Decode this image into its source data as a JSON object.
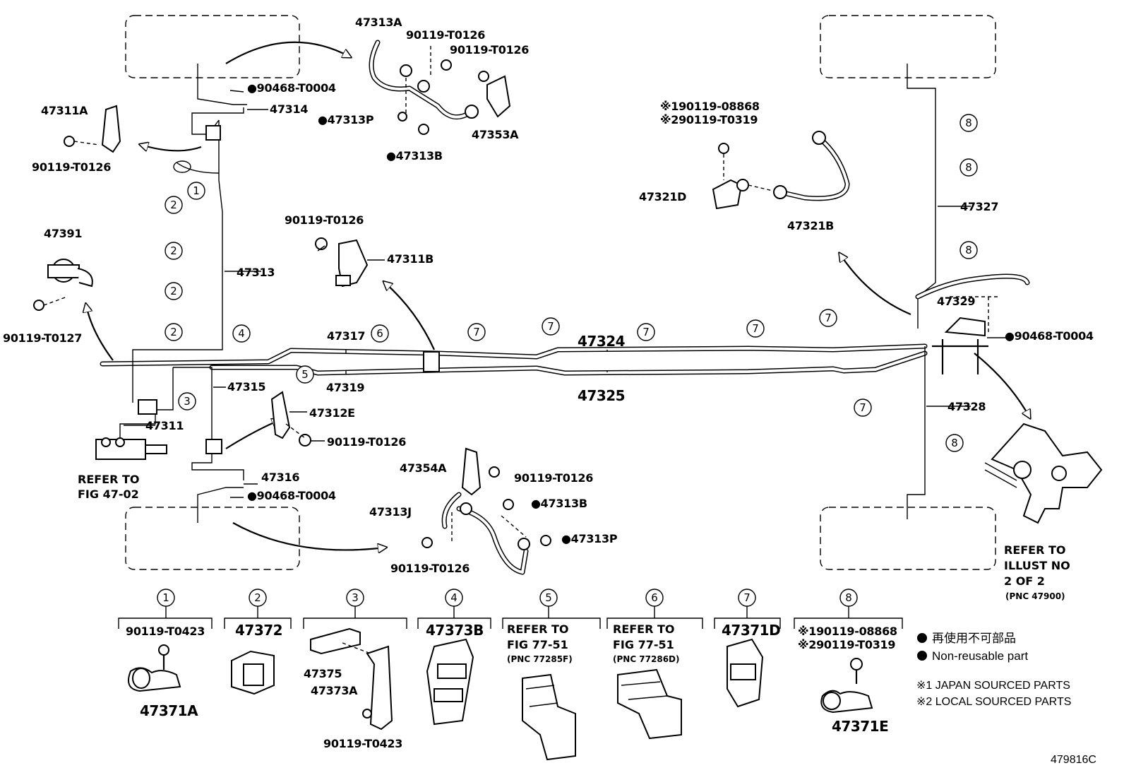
{
  "labels": {
    "p47313A": "47313A",
    "p90119T0126_a": "90119-T0126",
    "p90119T0126_b": "90119-T0126",
    "p90468T0004_a": "●90468-T0004",
    "p47314": "47314",
    "p47311A": "47311A",
    "p90119T0126_c": "90119-T0126",
    "p47313P_a": "●47313P",
    "p47313B_a": "●47313B",
    "p47353A": "47353A",
    "p47313": "47313",
    "p47391": "47391",
    "p90119T0127": "90119-T0127",
    "p90119T0126_d": "90119-T0126",
    "p47311B": "47311B",
    "p47317": "47317",
    "p47319": "47319",
    "p47315": "47315",
    "p47312E": "47312E",
    "p47311": "47311",
    "p90119T0126_e": "90119-T0126",
    "refer1_l1": "REFER TO",
    "refer1_l2": "FIG 47-02",
    "p47316": "47316",
    "p90468T0004_b": "●90468-T0004",
    "p47354A": "47354A",
    "p90119T0126_f": "90119-T0126",
    "p47313B_b": "●47313B",
    "p47313J": "47313J",
    "p47313P_b": "●47313P",
    "p90119T0126_g": "90119-T0126",
    "p47324": "47324",
    "p47325": "47325",
    "p47321D": "47321D",
    "p47321B": "47321B",
    "p90119_08868_top": "※190119-08868",
    "p90119_T0319_top": "※290119-T0319",
    "p47327": "47327",
    "p47329": "47329",
    "p90468T0004_c": "●90468-T0004",
    "p47328": "47328",
    "refer2_l1": "REFER TO",
    "refer2_l2": "ILLUST NO",
    "refer2_l3": "2 OF 2",
    "refer2_l4": "(PNC 47900)",
    "diagram_id": "479816C"
  },
  "callouts": {
    "c1": "1",
    "c2": "2",
    "c3": "3",
    "c4": "4",
    "c5": "5",
    "c6": "6",
    "c7": "7",
    "c8": "8"
  },
  "bottom": {
    "g1_top": "90119-T0423",
    "g1_bottom": "47371A",
    "g2_top": "47372",
    "g3_a": "47375",
    "g3_b": "47373A",
    "g3_c": "90119-T0423",
    "g4_top": "47373B",
    "g5_l1": "REFER TO",
    "g5_l2": "FIG 77-51",
    "g5_l3": "(PNC 77285F)",
    "g6_l1": "REFER TO",
    "g6_l2": "FIG 77-51",
    "g6_l3": "(PNC 77286D)",
    "g7_top": "47371D",
    "g8_a": "※190119-08868",
    "g8_b": "※290119-T0319",
    "g8_bottom": "47371E"
  },
  "legend": {
    "jp": "再使用不可部品",
    "en": "Non-reusable part",
    "note1": "※1 JAPAN SOURCED PARTS",
    "note2": "※2 LOCAL SOURCED PARTS"
  }
}
